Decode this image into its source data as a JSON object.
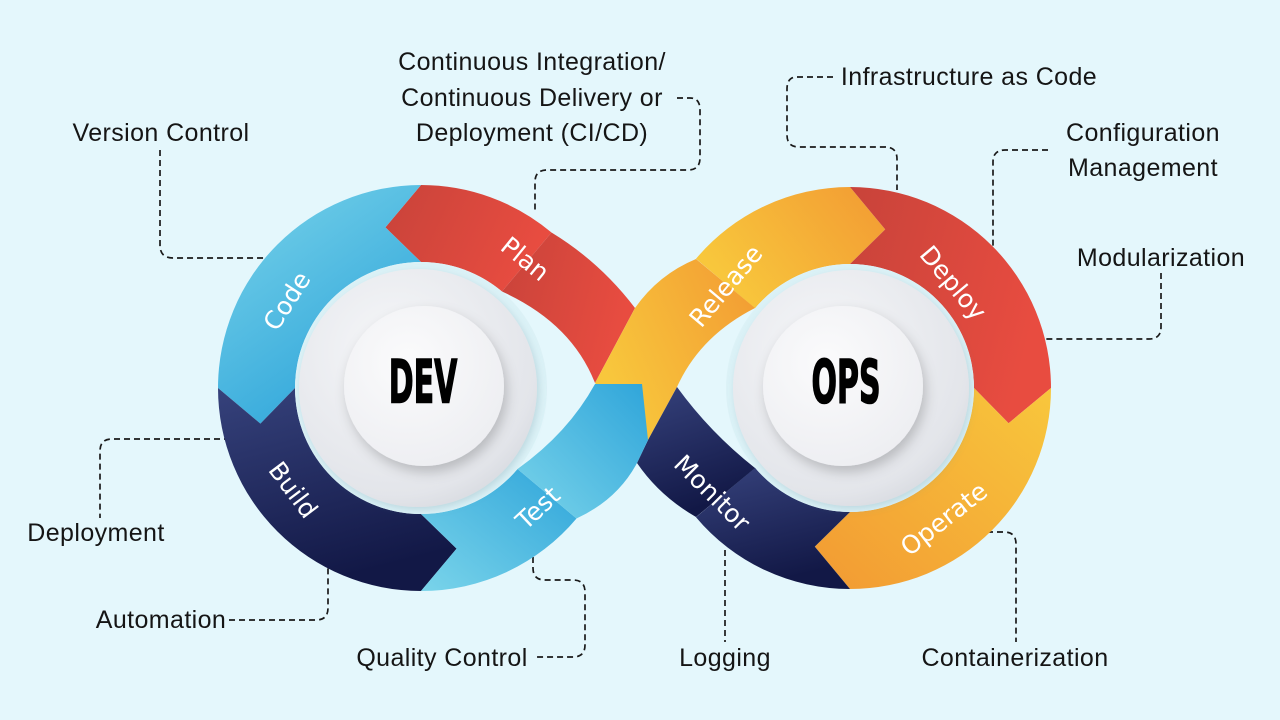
{
  "diagram": {
    "center_labels": {
      "dev": "DEV",
      "ops": "OPS"
    },
    "stages": {
      "code": "Code",
      "plan": "Plan",
      "build": "Build",
      "test": "Test",
      "release": "Release",
      "deploy": "Deploy",
      "operate": "Operate",
      "monitor": "Monitor"
    },
    "annotations": {
      "version_control": "Version Control",
      "ci_cd": [
        "Continuous Integration/",
        "Continuous Delivery or",
        "Deployment (CI/CD)"
      ],
      "infrastructure_as_code": "Infrastructure as Code",
      "configuration_management": [
        "Configuration",
        "Management"
      ],
      "modularization": "Modularization",
      "deployment": "Deployment",
      "automation": "Automation",
      "quality_control": "Quality Control",
      "logging": "Logging",
      "containerization": "Containerization"
    }
  },
  "colors": {
    "background": "#e4f7fc",
    "light_blue_a": "#7ad4ea",
    "light_blue_b": "#2fa5da",
    "red_a": "#c8433a",
    "red_b": "#e84c40",
    "navy_a": "#36427c",
    "navy_b": "#121846",
    "yellow_a": "#f8c73c",
    "yellow_b": "#f29a33"
  }
}
